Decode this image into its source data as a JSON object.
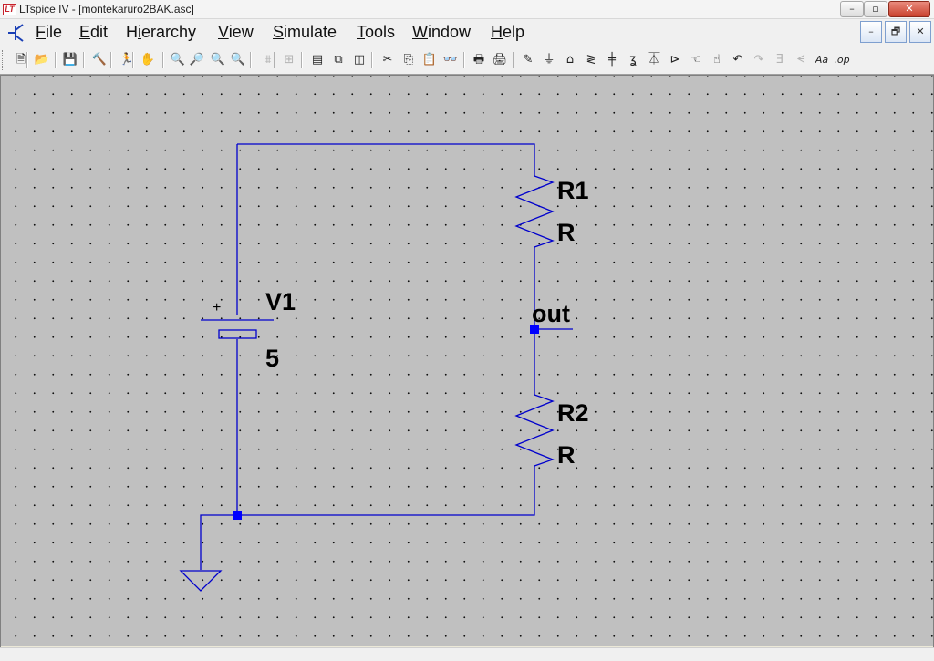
{
  "window": {
    "title": "LTspice IV - [montekaruro2BAK.asc]",
    "app_icon": "LT",
    "controls": {
      "minimize": "–",
      "maximize": "▫",
      "close": "✕"
    }
  },
  "menu": {
    "items": [
      {
        "mnemonic": "F",
        "rest": "ile"
      },
      {
        "mnemonic": "E",
        "rest": "dit"
      },
      {
        "pre": "H",
        "mnemonic": "i",
        "rest": "erarchy"
      },
      {
        "mnemonic": "V",
        "rest": "iew"
      },
      {
        "mnemonic": "S",
        "rest": "imulate"
      },
      {
        "mnemonic": "T",
        "rest": "ools"
      },
      {
        "mnemonic": "W",
        "rest": "indow"
      },
      {
        "mnemonic": "H",
        "rest": "elp"
      }
    ],
    "child_controls": {
      "minimize": "–",
      "restore": "🗗",
      "close": "✕"
    }
  },
  "toolbar": {
    "buttons": [
      {
        "icon": "new-schematic-icon",
        "glyph": "🗎"
      },
      {
        "icon": "open-folder-icon",
        "glyph": "📂"
      },
      {
        "icon": "save-icon",
        "glyph": "💾"
      },
      {
        "icon": "control-panel-icon",
        "glyph": "🔨"
      },
      {
        "icon": "run-icon",
        "glyph": "🏃"
      },
      {
        "icon": "halt-hand-icon",
        "glyph": "✋",
        "disabled": true
      },
      {
        "icon": "zoom-in-icon",
        "glyph": "🔍"
      },
      {
        "icon": "pan-icon",
        "glyph": "🔎",
        "disabled": true
      },
      {
        "icon": "zoom-out-icon",
        "glyph": "🔍"
      },
      {
        "icon": "zoom-fit-icon",
        "glyph": "🔍"
      },
      {
        "icon": "autorange-icon",
        "glyph": "⩩",
        "disabled": true
      },
      {
        "icon": "delete-trace-icon",
        "glyph": "⊞",
        "disabled": true
      },
      {
        "icon": "tile-horizontal-icon",
        "glyph": "▤"
      },
      {
        "icon": "cascade-icon",
        "glyph": "⧉"
      },
      {
        "icon": "tile-vertical-icon",
        "glyph": "◫"
      },
      {
        "icon": "cut-icon",
        "glyph": "✂"
      },
      {
        "icon": "copy-icon",
        "glyph": "⎘"
      },
      {
        "icon": "paste-icon",
        "glyph": "📋",
        "disabled": true
      },
      {
        "icon": "find-icon",
        "glyph": "👓"
      },
      {
        "icon": "print-setup-icon",
        "glyph": "🖶"
      },
      {
        "icon": "print-icon",
        "glyph": "🖨"
      },
      {
        "icon": "draw-wire-icon",
        "glyph": "✎"
      },
      {
        "icon": "ground-icon",
        "glyph": "⏚"
      },
      {
        "icon": "label-net-icon",
        "glyph": "⌂"
      },
      {
        "icon": "resistor-icon",
        "glyph": "≷"
      },
      {
        "icon": "capacitor-icon",
        "glyph": "╪"
      },
      {
        "icon": "inductor-icon",
        "glyph": "ʓ"
      },
      {
        "icon": "diode-icon",
        "glyph": "⏄"
      },
      {
        "icon": "component-icon",
        "glyph": "⊳"
      },
      {
        "icon": "move-hand-icon",
        "glyph": "☜"
      },
      {
        "icon": "drag-hand-icon",
        "glyph": "☝"
      },
      {
        "icon": "undo-icon",
        "glyph": "↶"
      },
      {
        "icon": "redo-icon",
        "glyph": "↷",
        "disabled": true
      },
      {
        "icon": "rotate-icon",
        "glyph": "Ǝ",
        "disabled": true
      },
      {
        "icon": "mirror-icon",
        "glyph": "ᗕ",
        "disabled": true
      },
      {
        "icon": "text-icon",
        "glyph": "Aa"
      },
      {
        "icon": "spice-directive-icon",
        "glyph": ".op"
      }
    ]
  },
  "schematic": {
    "wire_color": "#0000cc",
    "junction_color": "#0000ff",
    "grid_color": "#c0c0c0",
    "components": {
      "v1_name": "V1",
      "v1_value": "5",
      "v1_plus": "+",
      "r1_name": "R1",
      "r1_value": "R",
      "r2_name": "R2",
      "r2_value": "R",
      "net_label": "out"
    }
  }
}
